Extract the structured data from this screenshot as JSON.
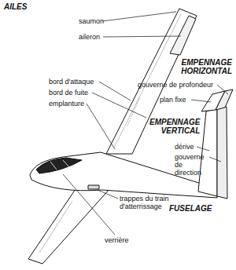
{
  "diagram": {
    "labels": [
      "AILES",
      "saumon",
      "aileron",
      "bord d'attaque",
      "bord de fuite",
      "emplanture",
      "EMPENNAGE HORIZONTAL",
      "gouverne de profondeur",
      "plan fixe",
      "EMPENNAGE VERTICAL",
      "dérive",
      "gouverne de direction",
      "FUSELAGE",
      "trappes du train d'atterrissage",
      "verrière"
    ]
  }
}
